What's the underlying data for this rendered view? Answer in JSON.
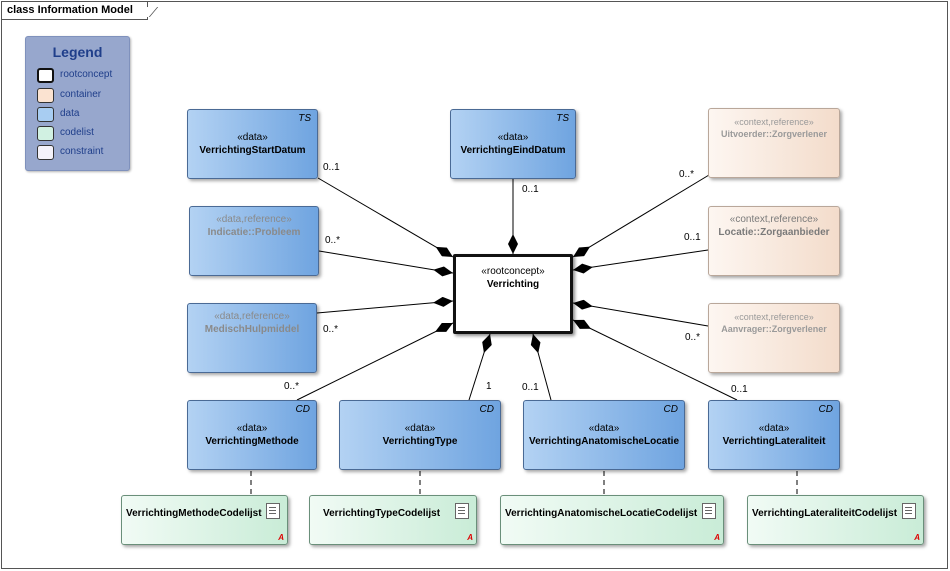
{
  "frame": {
    "title": "class Information Model"
  },
  "legend": {
    "title": "Legend",
    "items": [
      {
        "label": "rootconcept",
        "color": "#ffffff"
      },
      {
        "label": "container",
        "color": "#fbe3d1"
      },
      {
        "label": "data",
        "color": "#a8cdf2"
      },
      {
        "label": "codelist",
        "color": "#d1f1e2"
      },
      {
        "label": "constraint",
        "color": "#f4f2fa"
      }
    ]
  },
  "root": {
    "stereotype": "«rootconcept»",
    "name": "Verrichting"
  },
  "data_elements": {
    "start": {
      "stereotype": "«data»",
      "name": "VerrichtingStartDatum",
      "tag": "TS"
    },
    "eind": {
      "stereotype": "«data»",
      "name": "VerrichtingEindDatum",
      "tag": "TS"
    },
    "methode": {
      "stereotype": "«data»",
      "name": "VerrichtingMethode",
      "tag": "CD"
    },
    "type": {
      "stereotype": "«data»",
      "name": "VerrichtingType",
      "tag": "CD"
    },
    "locatie": {
      "stereotype": "«data»",
      "name": "VerrichtingAnatomischeLocatie",
      "tag": "CD"
    },
    "lateraliteit": {
      "stereotype": "«data»",
      "name": "VerrichtingLateraliteit",
      "tag": "CD"
    }
  },
  "references": {
    "probleem": {
      "stereotype": "«data,reference»",
      "name": "Indicatie::Probleem"
    },
    "hulpmiddel": {
      "stereotype": "«data,reference»",
      "name": "MedischHulpmiddel"
    },
    "uitvoerder": {
      "stereotype": "«context,reference»",
      "name": "Uitvoerder::Zorgverlener"
    },
    "locatie": {
      "stereotype": "«context,reference»",
      "name": "Locatie::Zorgaanbieder"
    },
    "aanvrager": {
      "stereotype": "«context,reference»",
      "name": "Aanvrager::Zorgverlener"
    }
  },
  "codelists": {
    "methode": "VerrichtingMethodeCodelijst",
    "type": "VerrichtingTypeCodelijst",
    "locatie": "VerrichtingAnatomischeLocatieCodelijst",
    "lateraliteit": "VerrichtingLateraliteitCodelijst",
    "marker": "A"
  },
  "multiplicities": {
    "start": "0..1",
    "eind": "0..1",
    "uitvoerder": "0..*",
    "probleem": "0..*",
    "locatie_ref": "0..1",
    "hulpmiddel": "0..*",
    "aanvrager": "0..*",
    "methode": "0..*",
    "type": "1",
    "anat_locatie": "0..1",
    "lateraliteit": "0..1"
  }
}
